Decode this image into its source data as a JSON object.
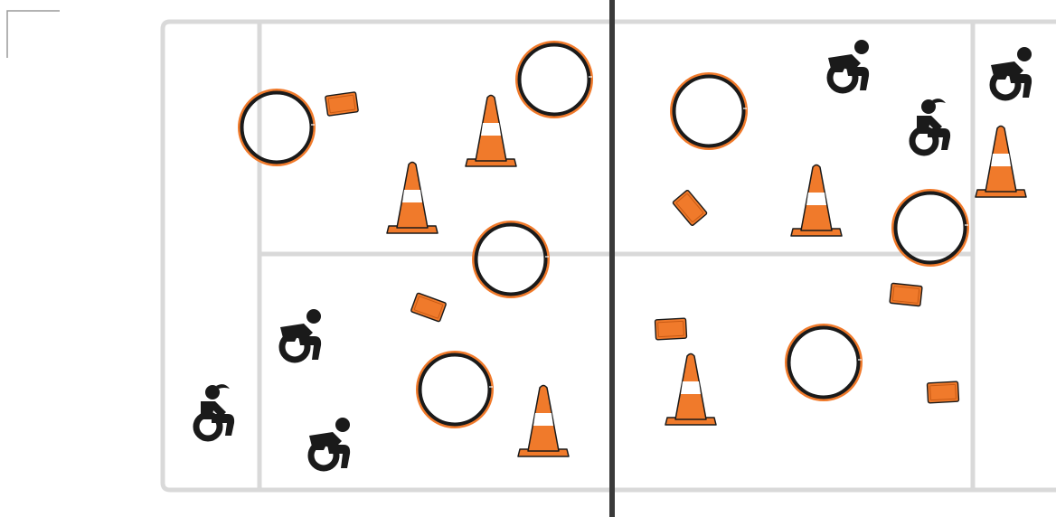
{
  "colors": {
    "court_line": "#d9d9d9",
    "center_line": "#3a3a3a",
    "corner_mark": "#9a9a9a",
    "orange": "#f07a2b",
    "orange_dark": "#c85a14",
    "black": "#1a1a1a",
    "white": "#ffffff"
  },
  "court": {
    "outline": "court-outline",
    "divisions": [
      "left-end-line",
      "right-end-line",
      "left-midline",
      "right-midline",
      "center-line"
    ]
  },
  "objects": {
    "hoops": [
      {
        "name": "hoop-1",
        "icon": "hoop-ring-icon"
      },
      {
        "name": "hoop-2",
        "icon": "hoop-ring-icon"
      },
      {
        "name": "hoop-3",
        "icon": "hoop-ring-icon"
      },
      {
        "name": "hoop-4",
        "icon": "hoop-ring-icon"
      },
      {
        "name": "hoop-5",
        "icon": "hoop-ring-icon"
      },
      {
        "name": "hoop-6",
        "icon": "hoop-ring-icon"
      },
      {
        "name": "hoop-7",
        "icon": "hoop-ring-icon"
      }
    ],
    "cones": [
      {
        "name": "cone-1",
        "icon": "traffic-cone-icon"
      },
      {
        "name": "cone-2",
        "icon": "traffic-cone-icon"
      },
      {
        "name": "cone-3",
        "icon": "traffic-cone-icon"
      },
      {
        "name": "cone-4",
        "icon": "traffic-cone-icon"
      },
      {
        "name": "cone-5",
        "icon": "traffic-cone-icon"
      },
      {
        "name": "cone-6",
        "icon": "traffic-cone-icon"
      }
    ],
    "markers": [
      {
        "name": "floor-marker-1",
        "icon": "flat-marker-icon"
      },
      {
        "name": "floor-marker-2",
        "icon": "flat-marker-icon"
      },
      {
        "name": "floor-marker-3",
        "icon": "flat-marker-icon"
      },
      {
        "name": "floor-marker-4",
        "icon": "flat-marker-icon"
      },
      {
        "name": "floor-marker-5",
        "icon": "flat-marker-icon"
      },
      {
        "name": "floor-marker-6",
        "icon": "flat-marker-icon"
      }
    ],
    "players": [
      {
        "name": "player-1",
        "icon": "wheelchair-user-icon"
      },
      {
        "name": "player-2",
        "icon": "wheelchair-user-icon"
      },
      {
        "name": "player-3",
        "icon": "wheelchair-user-ponytail-icon"
      },
      {
        "name": "player-4",
        "icon": "wheelchair-user-icon"
      },
      {
        "name": "player-5",
        "icon": "wheelchair-user-ponytail-icon"
      },
      {
        "name": "player-6",
        "icon": "wheelchair-user-icon"
      }
    ]
  }
}
